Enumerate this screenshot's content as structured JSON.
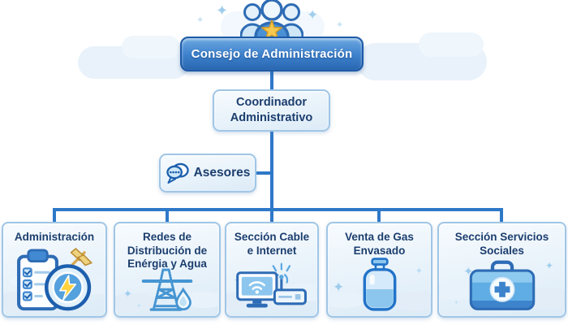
{
  "org_chart": {
    "root": {
      "label": "Consejo de Administración"
    },
    "coordinator": {
      "lines": [
        "Coordinador",
        "Administrativo"
      ]
    },
    "advisors": {
      "label": "Asesores",
      "icon": "chat-bubbles-icon"
    },
    "departments": [
      {
        "name": "Administración",
        "lines": [
          "Administración"
        ],
        "icon": "clipboard-checklist-lightning-icon"
      },
      {
        "name": "Redes de Distribución de Enérgia y Agua",
        "lines": [
          "Redes de",
          "Distribución de",
          "Enérgia y Agua"
        ],
        "icon": "transmission-tower-water-drop-icon"
      },
      {
        "name": "Sección Cable e Internet",
        "lines": [
          "Sección Cable",
          "e Internet"
        ],
        "icon": "monitor-router-internet-icon"
      },
      {
        "name": "Venta de Gas Envasado",
        "lines": [
          "Venta de Gas",
          "Envasado"
        ],
        "icon": "gas-cylinder-icon"
      },
      {
        "name": "Sección Servicios Sociales",
        "lines": [
          "Sección Servicios",
          "Sociales"
        ],
        "icon": "first-aid-kit-icon"
      }
    ],
    "top_decoration": "team-people-star-icon",
    "sparkle_glyph": "✦"
  },
  "colors": {
    "connector_blue": "#2e78c8",
    "root_node_fill": "#3c80cb",
    "root_node_fill_top": "#6ba7e1",
    "root_node_fill_bottom": "#2a66b0",
    "root_node_border": "#1d5aa6",
    "root_node_text": "#ffffff",
    "light_node_fill_top": "#f7fbfe",
    "light_node_fill_bottom": "#dcebf7",
    "light_node_border": "#a0c6e6",
    "node_text_navy": "#1c3e6e",
    "icon_blue": "#2e6cb5",
    "icon_blue_light": "#8cc6ee",
    "star_gold": "#f5c84c",
    "lightning_yellow": "#ffd23e",
    "cloud_blue": "#e9f2fa",
    "sparkle_blue": "#9fcdec"
  }
}
